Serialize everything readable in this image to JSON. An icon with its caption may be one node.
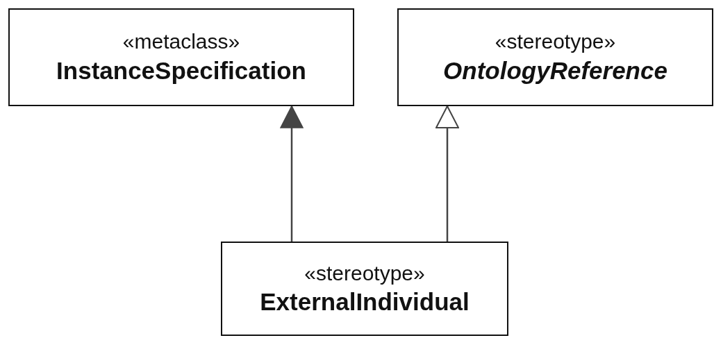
{
  "diagram": {
    "nodes": [
      {
        "text": [
          "«metaclass»",
          "InstanceSpecification"
        ]
      },
      {
        "text": [
          "«stereotype»",
          "OntologyReference"
        ]
      },
      {
        "text": [
          "«stereotype»",
          "ExternalIndividual"
        ]
      }
    ],
    "edges": [
      {
        "from": 2,
        "to": 0,
        "arrow": "to"
      },
      {
        "from": 2,
        "to": 1,
        "arrow": "to"
      }
    ]
  }
}
